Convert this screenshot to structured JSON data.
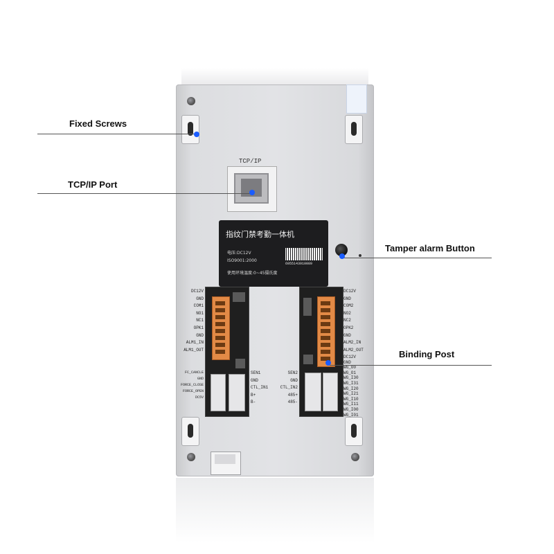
{
  "callouts": {
    "fixed_screws": "Fixed Screws",
    "tcp_ip_port": "TCP/IP  Port",
    "tamper_alarm_button": "Tamper alarm Button",
    "binding_post": "Binding Post"
  },
  "device": {
    "port_label": "TCP/IP",
    "plate": {
      "title": "指纹门禁考勤一体机",
      "voltage": "电压:DC12V",
      "iso": "ISO9001:2000",
      "temperature": "使用环境温度:0~45摄氏度",
      "barcode_number": "6955143910089"
    },
    "left_pins_top": [
      "DC12V",
      "GND",
      "COM1",
      "NO1",
      "NC1",
      "OPK1",
      "GND",
      "ALM1_IN",
      "ALM1_OUT"
    ],
    "left_pins_bottom": [
      "FC_CANCLE",
      "GND",
      "FORCE_CLOSE",
      "FORCE_OPEN",
      "DC5V"
    ],
    "center_left_pins": [
      "SEN1",
      "GND",
      "CTL_IN1",
      "B+",
      "B-"
    ],
    "center_right_pins": [
      "SEN2",
      "GND",
      "CTL_IN2",
      "485+",
      "485-"
    ],
    "right_pins_top": [
      "DC12V",
      "GND",
      "COM2",
      "NO2",
      "NC2",
      "OPK2",
      "GND",
      "ALM2_IN",
      "ALM2_OUT"
    ],
    "right_pins_bottom": [
      "DC12V",
      "GND",
      "WG_O0",
      "WG_O1",
      "WG_I30",
      "WG_I31",
      "WG_I20",
      "WG_I21",
      "WG_I10",
      "WG_I11",
      "WG_I00",
      "WG_I01"
    ]
  },
  "colors": {
    "callout_dot": "#1a5cff",
    "terminal": "#e28a46",
    "plate": "#1d1d1f"
  }
}
